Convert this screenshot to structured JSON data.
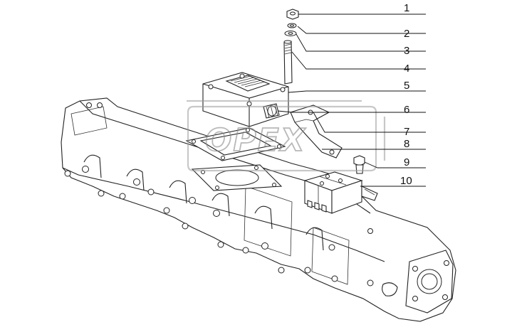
{
  "diagram": {
    "watermark_text": "OPEX",
    "callouts": [
      {
        "label": "1"
      },
      {
        "label": "2"
      },
      {
        "label": "3"
      },
      {
        "label": "4"
      },
      {
        "label": "5"
      },
      {
        "label": "6"
      },
      {
        "label": "7"
      },
      {
        "label": "8"
      },
      {
        "label": "9"
      },
      {
        "label": "10"
      }
    ]
  }
}
